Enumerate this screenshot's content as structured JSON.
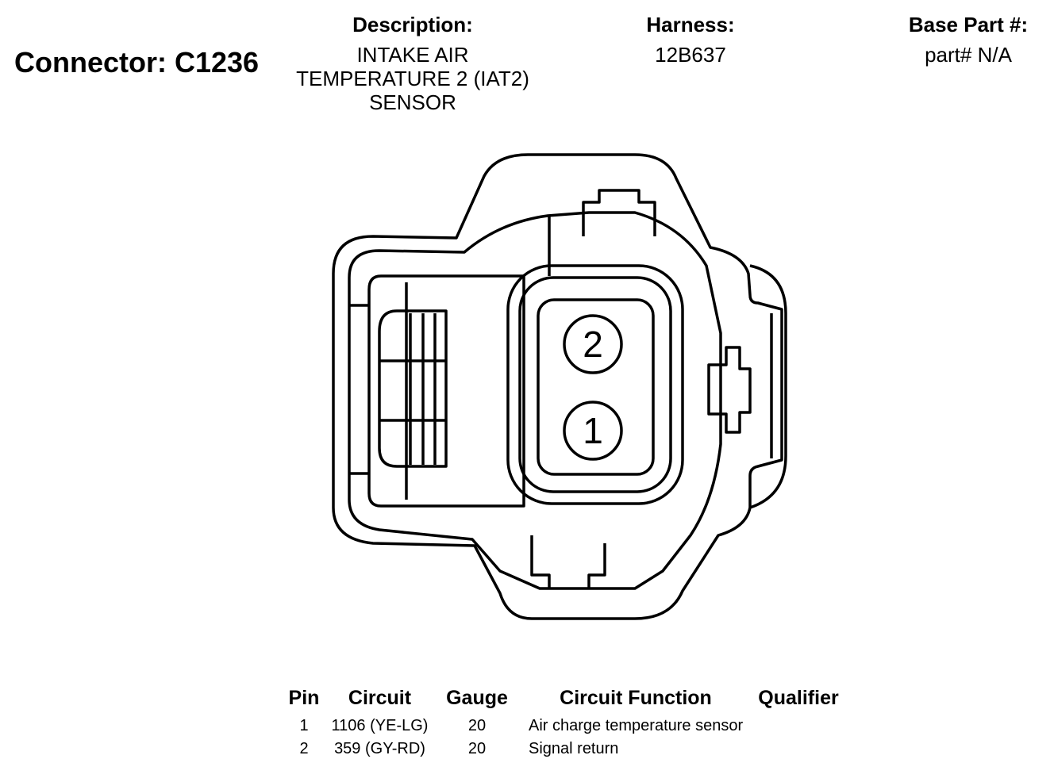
{
  "connector": {
    "title": "Connector: C1236"
  },
  "description": {
    "heading": "Description:",
    "lines": [
      "INTAKE AIR",
      "TEMPERATURE 2 (IAT2)",
      "SENSOR"
    ]
  },
  "harness": {
    "heading": "Harness:",
    "value": "12B637"
  },
  "base_part": {
    "heading": "Base Part #:",
    "value": "part# N/A"
  },
  "diagram": {
    "pin_labels": [
      "2",
      "1"
    ]
  },
  "pin_table": {
    "headers": [
      "Pin",
      "Circuit",
      "Gauge",
      "Circuit Function",
      "Qualifier"
    ],
    "rows": [
      {
        "pin": "1",
        "circuit": "1106 (YE-LG)",
        "gauge": "20",
        "function": "Air charge temperature sensor",
        "qualifier": ""
      },
      {
        "pin": "2",
        "circuit": "359 (GY-RD)",
        "gauge": "20",
        "function": "Signal return",
        "qualifier": ""
      }
    ]
  }
}
